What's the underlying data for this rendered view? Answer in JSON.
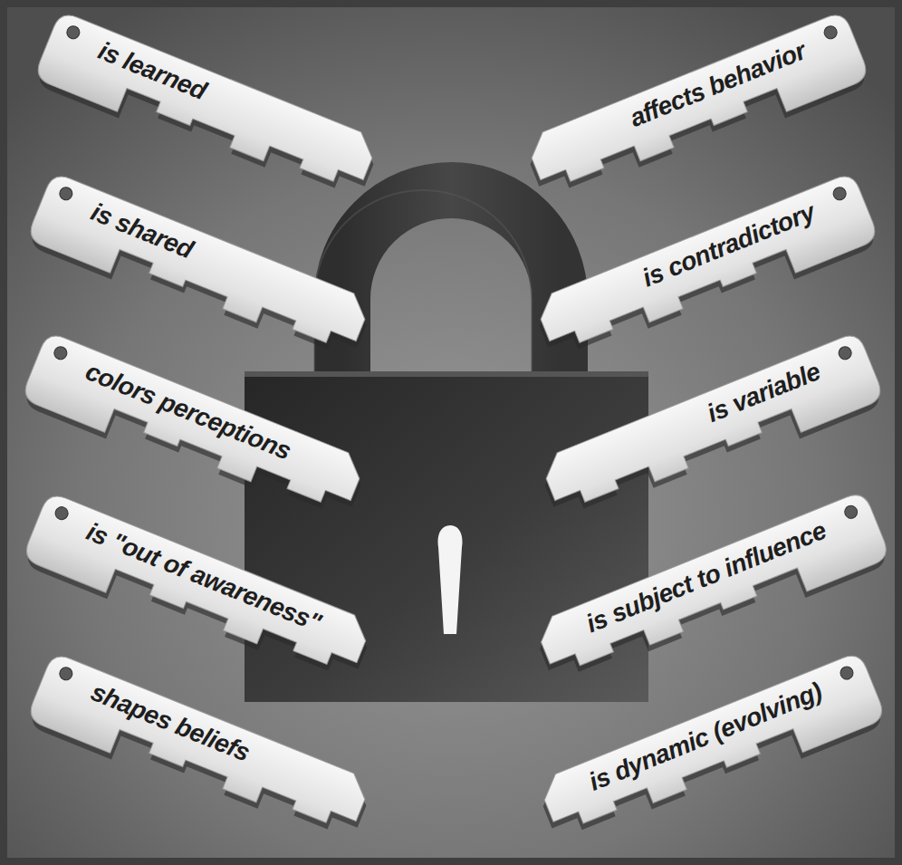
{
  "diagram": {
    "nodes": [
      {
        "text": [
          "is learned"
        ]
      },
      {
        "text": [
          "affects behavior"
        ]
      },
      {
        "text": [
          "is shared"
        ]
      },
      {
        "text": [
          "is contradictory"
        ]
      },
      {
        "text": [
          "colors perceptions"
        ]
      },
      {
        "text": [
          "is variable"
        ]
      },
      {
        "text": [
          "is \"out of awareness\""
        ]
      },
      {
        "text": [
          "is subject to influence"
        ]
      },
      {
        "text": [
          "shapes beliefs"
        ]
      },
      {
        "text": [
          "is dynamic (evolving)"
        ]
      }
    ]
  }
}
